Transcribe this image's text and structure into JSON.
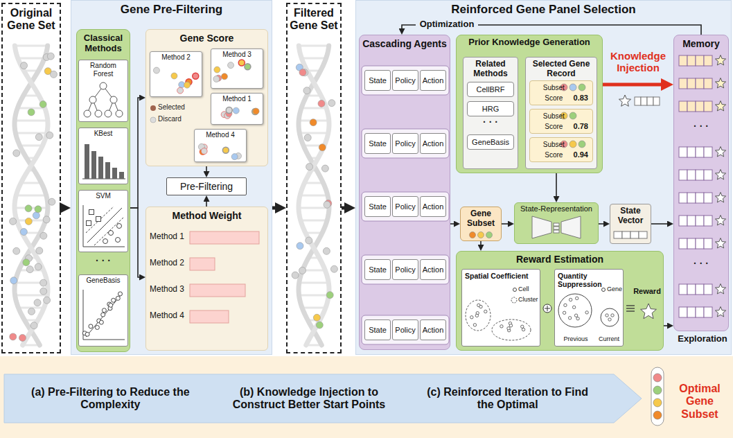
{
  "diagram": {
    "nodes": [
      {
        "text": [
          "Original Gene Set"
        ]
      },
      {
        "text": [
          "Gene Pre-Filtering"
        ]
      },
      {
        "text": [
          "Classical Methods"
        ],
        "in": 1
      },
      {
        "text": [
          "Random Forest"
        ],
        "in": 2
      },
      {
        "text": [
          "KBest"
        ],
        "in": 2
      },
      {
        "text": [
          "SVM"
        ],
        "in": 2
      },
      {
        "text": [
          "GeneBasis"
        ],
        "in": 2
      },
      {
        "text": [
          "Gene Score"
        ],
        "in": 1
      },
      {
        "text": [
          "Method 2"
        ],
        "in": 7
      },
      {
        "text": [
          "Method 3"
        ],
        "in": 7
      },
      {
        "text": [
          "Method 1"
        ],
        "in": 7
      },
      {
        "text": [
          "Method 4"
        ],
        "in": 7
      },
      {
        "text": [
          "Pre-Filtering"
        ],
        "in": 1
      },
      {
        "text": [
          "Method Weight"
        ],
        "in": 1
      },
      {
        "text": [
          "Filtered Gene Set"
        ]
      },
      {
        "text": [
          "Reinforced Gene Panel Selection"
        ]
      },
      {
        "text": [
          "Cascading Agents"
        ],
        "in": 15
      },
      {
        "text": [
          "State"
        ],
        "in": 16
      },
      {
        "text": [
          "Policy"
        ],
        "in": 16
      },
      {
        "text": [
          "Action"
        ],
        "in": 16
      },
      {
        "text": [
          "State"
        ],
        "in": 16
      },
      {
        "text": [
          "Policy"
        ],
        "in": 16
      },
      {
        "text": [
          "Action"
        ],
        "in": 16
      },
      {
        "text": [
          "State"
        ],
        "in": 16
      },
      {
        "text": [
          "Policy"
        ],
        "in": 16
      },
      {
        "text": [
          "Action"
        ],
        "in": 16
      },
      {
        "text": [
          "State"
        ],
        "in": 16
      },
      {
        "text": [
          "Policy"
        ],
        "in": 16
      },
      {
        "text": [
          "Action"
        ],
        "in": 16
      },
      {
        "text": [
          "State"
        ],
        "in": 16
      },
      {
        "text": [
          "Policy"
        ],
        "in": 16
      },
      {
        "text": [
          "Action"
        ],
        "in": 16
      },
      {
        "text": [
          "Prior Knowledge Generation"
        ],
        "in": 15
      },
      {
        "text": [
          "Related Methods"
        ],
        "in": 32
      },
      {
        "text": [
          "CellBRF"
        ],
        "in": 33
      },
      {
        "text": [
          "HRG"
        ],
        "in": 33
      },
      {
        "text": [
          "GeneBasis"
        ],
        "in": 33
      },
      {
        "text": [
          "Selected Gene Record"
        ],
        "in": 32
      },
      {
        "text": [
          "Subset",
          "Score",
          "0.83"
        ],
        "in": 37
      },
      {
        "text": [
          "Subset",
          "Score",
          "0.78"
        ],
        "in": 37
      },
      {
        "text": [
          "Subset",
          "Score",
          "0.94"
        ],
        "in": 37
      },
      {
        "text": [
          "Gene Subset"
        ],
        "in": 15
      },
      {
        "text": [
          "State-Representation"
        ],
        "in": 15
      },
      {
        "text": [
          "State Vector"
        ],
        "in": 15
      },
      {
        "text": [
          "Reward Estimation"
        ],
        "in": 15
      },
      {
        "text": [
          "Spatial Coefficient"
        ],
        "in": 44
      },
      {
        "text": [
          "Quantity Suppression"
        ],
        "in": 44
      },
      {
        "text": [
          "Memory"
        ],
        "in": 15
      },
      {
        "text": [
          "(a) Pre-Filtering to Reduce the Complexity",
          "(b) Knowledge Injection to Construct Better Start Points",
          "(c) Reinforced Iteration to Find the Optimal"
        ]
      }
    ],
    "edges": [
      {
        "from": 0,
        "to": 1,
        "arrow": "to"
      },
      {
        "from": 1,
        "to": 14,
        "arrow": "to"
      },
      {
        "from": 14,
        "to": 15,
        "arrow": "to"
      },
      {
        "from": 2,
        "to": 7,
        "arrow": "to"
      },
      {
        "from": 2,
        "to": 13,
        "arrow": "to"
      },
      {
        "from": 7,
        "to": 12,
        "arrow": "to"
      },
      {
        "from": 13,
        "to": 12,
        "arrow": "to"
      },
      {
        "from": 16,
        "to": 41,
        "arrow": "to"
      },
      {
        "from": 41,
        "to": 42,
        "arrow": "to"
      },
      {
        "from": 32,
        "to": 42,
        "arrow": "to"
      },
      {
        "from": 42,
        "to": 43,
        "arrow": "to"
      },
      {
        "from": 41,
        "to": 44,
        "arrow": "to"
      },
      {
        "from": 43,
        "to": 47,
        "arrow": "to"
      },
      {
        "from": 44,
        "to": 47,
        "arrow": "to"
      },
      {
        "from": 32,
        "to": 47,
        "label": "Knowledge Injection",
        "arrow": "to"
      },
      {
        "from": 47,
        "to": 16,
        "label": "Optimization",
        "arrow": "to"
      }
    ],
    "labels": [
      "· · ·",
      "Selected",
      "Discard",
      "Method 1",
      "Method 2",
      "Method 3",
      "Method 4",
      "· · ·",
      "Cell",
      "Cluster",
      "Gene",
      "Previous",
      "Current",
      "Reward",
      "· · ·",
      "· · ·",
      "Exploration",
      "Optimal Gene Subset"
    ]
  }
}
